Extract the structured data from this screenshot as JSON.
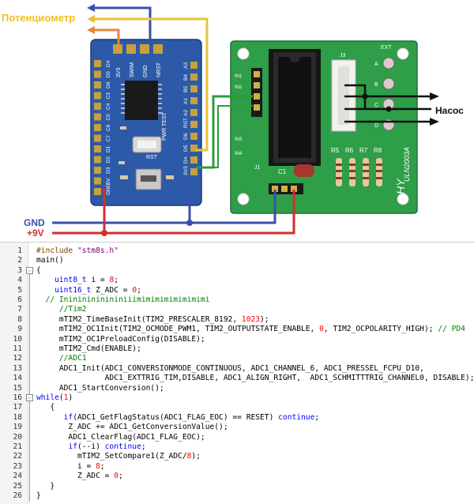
{
  "diagram": {
    "labels": {
      "potentiometer": "Потенциометр",
      "pump": "Насос",
      "gnd": "GND",
      "plus9v": "+9V"
    },
    "stm8_board": {
      "top_pins": [
        "3V3",
        "SWIM",
        "GND",
        "NRST"
      ],
      "left_pins": [
        "D4",
        "D5",
        "D6",
        "C3",
        "C4",
        "C5",
        "C6",
        "C7",
        "D1",
        "D2",
        "D3",
        "5V",
        "GND"
      ],
      "right_pins": [
        "A3",
        "B4",
        "B5",
        "A1",
        "A2",
        "RST",
        "D6",
        "D5",
        "D4",
        "3V3"
      ],
      "silk": [
        "PWR",
        "TEST",
        "RST"
      ]
    },
    "driver_board": {
      "silk": [
        "R5",
        "R6",
        "R7",
        "R8",
        "C1",
        "J1",
        "J3",
        "HY",
        "ULN2003A",
        "EXT"
      ],
      "in_labels": [
        "IN1",
        "IN2",
        "IN3",
        "IN4"
      ],
      "led_labels": [
        "A",
        "B",
        "C",
        "D"
      ]
    },
    "colors": {
      "gnd_wire": "#3a4fa8",
      "v9_wire": "#d42e2e",
      "green_wire": "#2e9b3c",
      "yellow_wire": "#e8c23a",
      "orange_wire": "#e8853a",
      "pot_label": "#f0c020",
      "board_stm8": "#2c5aa8",
      "board_driver": "#2e9e48"
    }
  },
  "code": {
    "lines": [
      {
        "n": "1",
        "fold": "",
        "text": "#include \"stm8s.h\"",
        "cls": "pp-line"
      },
      {
        "n": "2",
        "fold": "",
        "text": "main()",
        "cls": ""
      },
      {
        "n": "3",
        "fold": "-",
        "text": "{",
        "cls": ""
      },
      {
        "n": "4",
        "fold": "",
        "text": "    uint8_t i = 8;",
        "cls": ""
      },
      {
        "n": "5",
        "fold": "",
        "text": "    uint16_t Z_ADC = 0;",
        "cls": ""
      },
      {
        "n": "6",
        "fold": "",
        "text": "  // Inininininininiiimimimimimimimimi",
        "cls": "cmt-line"
      },
      {
        "n": "7",
        "fold": "",
        "text": "     //Tim2",
        "cls": "cmt-line"
      },
      {
        "n": "8",
        "fold": "",
        "text": "     mTIM2_TimeBaseInit(TIM2_PRESCALER_8192, 1023);",
        "cls": ""
      },
      {
        "n": "9",
        "fold": "",
        "text": "     mTIM2_OC1Init(TIM2_OCMODE_PWM1, TIM2_OUTPUTSTATE_ENABLE, 0, TIM2_OCPOLARITY_HIGH); // PD4",
        "cls": ""
      },
      {
        "n": "10",
        "fold": "",
        "text": "     mTIM2_OC1PreloadConfig(DISABLE);",
        "cls": ""
      },
      {
        "n": "11",
        "fold": "",
        "text": "     mTIM2_Cmd(ENABLE);",
        "cls": ""
      },
      {
        "n": "12",
        "fold": "",
        "text": "     //ADC1",
        "cls": "cmt-line"
      },
      {
        "n": "13",
        "fold": "",
        "text": "     ADC1_Init(ADC1_CONVERSIONMODE_CONTINUOUS, ADC1_CHANNEL_6, ADC1_PRESSEL_FCPU_D10,",
        "cls": ""
      },
      {
        "n": "14",
        "fold": "",
        "text": "               ADC1_EXTTRIG_TIM,DISABLE, ADC1_ALIGN_RIGHT,  ADC1_SCHMITTTRIG_CHANNEL0, DISABLE);",
        "cls": ""
      },
      {
        "n": "15",
        "fold": "",
        "text": "     ADC1_StartConversion();",
        "cls": ""
      },
      {
        "n": "16",
        "fold": "-",
        "text": "while(1)",
        "cls": "kw-line"
      },
      {
        "n": "17",
        "fold": "",
        "text": "   {",
        "cls": ""
      },
      {
        "n": "18",
        "fold": "",
        "text": "      if(ADC1_GetFlagStatus(ADC1_FLAG_EOC) == RESET) continue;",
        "cls": ""
      },
      {
        "n": "19",
        "fold": "",
        "text": "       Z_ADC += ADC1_GetConversionValue();",
        "cls": ""
      },
      {
        "n": "20",
        "fold": "",
        "text": "       ADC1_ClearFlag(ADC1_FLAG_EOC);",
        "cls": ""
      },
      {
        "n": "21",
        "fold": "",
        "text": "       if(--i) continue;",
        "cls": ""
      },
      {
        "n": "22",
        "fold": "",
        "text": "         mTIM2_SetCompare1(Z_ADC/8);",
        "cls": ""
      },
      {
        "n": "23",
        "fold": "",
        "text": "         i = 8;",
        "cls": ""
      },
      {
        "n": "24",
        "fold": "",
        "text": "         Z_ADC = 0;",
        "cls": ""
      },
      {
        "n": "25",
        "fold": "",
        "text": "   }",
        "cls": ""
      },
      {
        "n": "26",
        "fold": "",
        "text": "}",
        "cls": ""
      }
    ]
  }
}
